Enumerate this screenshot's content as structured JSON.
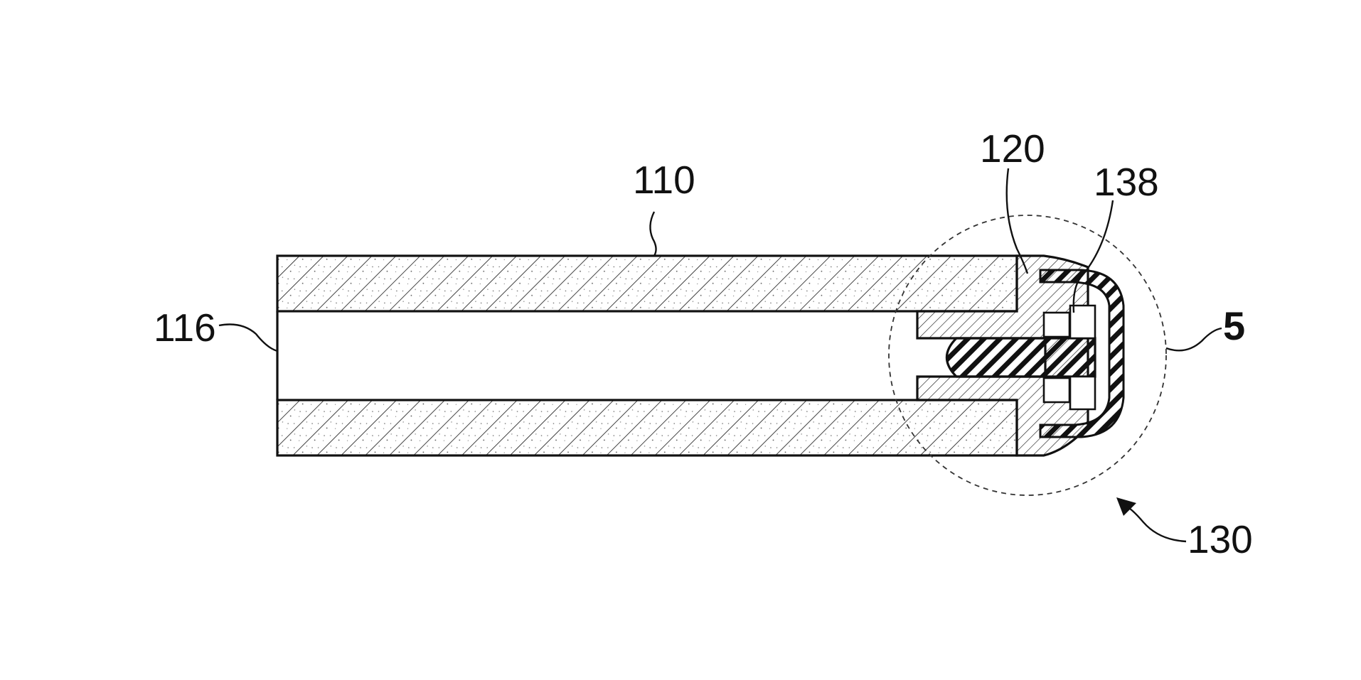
{
  "labels": {
    "tube": "110",
    "tube_end": "116",
    "plug": "120",
    "cap": "138",
    "detail_view": "5",
    "tip_assembly": "130"
  },
  "colors": {
    "ink": "#111111",
    "paper": "#ffffff"
  }
}
